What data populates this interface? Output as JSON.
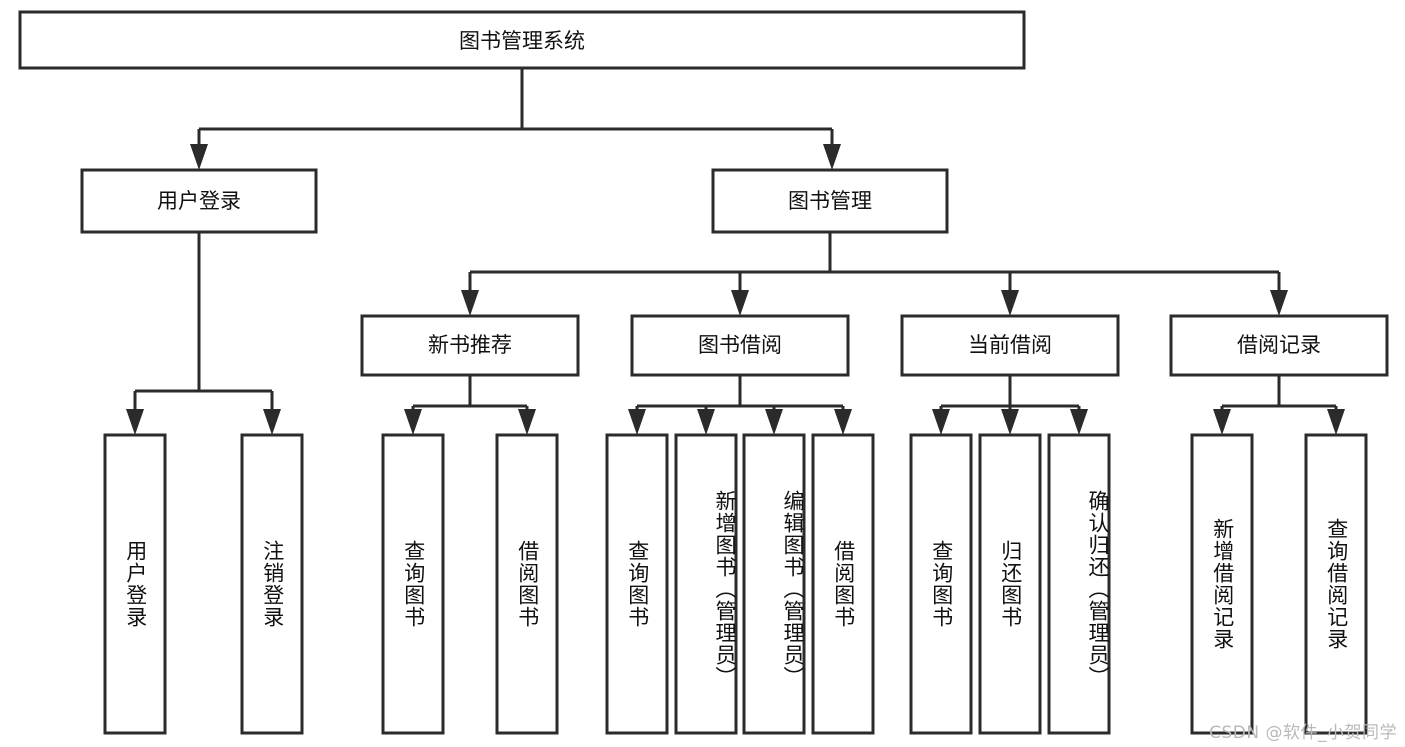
{
  "diagram": {
    "title": "图书管理系统",
    "type": "hierarchy-tree",
    "orientation": "top-down",
    "root": {
      "label": "图书管理系统",
      "name": "root-node"
    },
    "level2": [
      {
        "label": "用户登录",
        "name": "node-user-login"
      },
      {
        "label": "图书管理",
        "name": "node-book-management"
      }
    ],
    "level3": [
      {
        "label": "新书推荐",
        "name": "node-new-book-recommend"
      },
      {
        "label": "图书借阅",
        "name": "node-book-borrow"
      },
      {
        "label": "当前借阅",
        "name": "node-current-borrow"
      },
      {
        "label": "借阅记录",
        "name": "node-borrow-record"
      }
    ],
    "leaves": {
      "user_login": [
        {
          "label": "用户登录",
          "name": "leaf-user-login"
        },
        {
          "label": "注销登录",
          "name": "leaf-logout"
        }
      ],
      "new_book_recommend": [
        {
          "label": "查询图书",
          "name": "leaf-query-book-1"
        },
        {
          "label": "借阅图书",
          "name": "leaf-borrow-book-1"
        }
      ],
      "book_borrow": [
        {
          "label": "查询图书",
          "name": "leaf-query-book-2"
        },
        {
          "label": "新增图书（管理员）",
          "name": "leaf-add-book-admin"
        },
        {
          "label": "编辑图书（管理员）",
          "name": "leaf-edit-book-admin"
        },
        {
          "label": "借阅图书",
          "name": "leaf-borrow-book-2"
        }
      ],
      "current_borrow": [
        {
          "label": "查询图书",
          "name": "leaf-query-book-3"
        },
        {
          "label": "归还图书",
          "name": "leaf-return-book"
        },
        {
          "label": "确认归还（管理员）",
          "name": "leaf-confirm-return-admin"
        }
      ],
      "borrow_record": [
        {
          "label": "新增借阅记录",
          "name": "leaf-add-borrow-record"
        },
        {
          "label": "查询借阅记录",
          "name": "leaf-query-borrow-record"
        }
      ]
    }
  },
  "watermark": {
    "text": "CSDN @软件_小贺同学"
  },
  "colors": {
    "stroke": "#2b2b2b",
    "fill": "#ffffff",
    "text": "#111111",
    "watermark": "#b9b9b9"
  }
}
